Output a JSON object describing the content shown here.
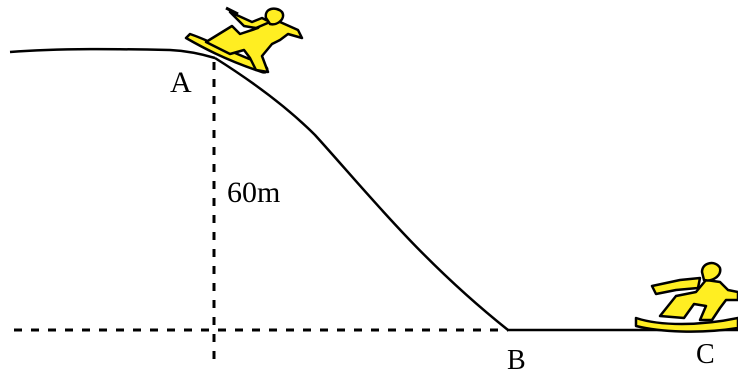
{
  "labels": {
    "point_a": "A",
    "point_b": "B",
    "point_c": "C",
    "height": "60m"
  },
  "colors": {
    "line": "#000000",
    "surfer_fill": "#ffee22",
    "background": "#ffffff"
  },
  "figures": {
    "top_figure": "snowboarder-icon",
    "bottom_figure": "snowboarder-icon"
  }
}
